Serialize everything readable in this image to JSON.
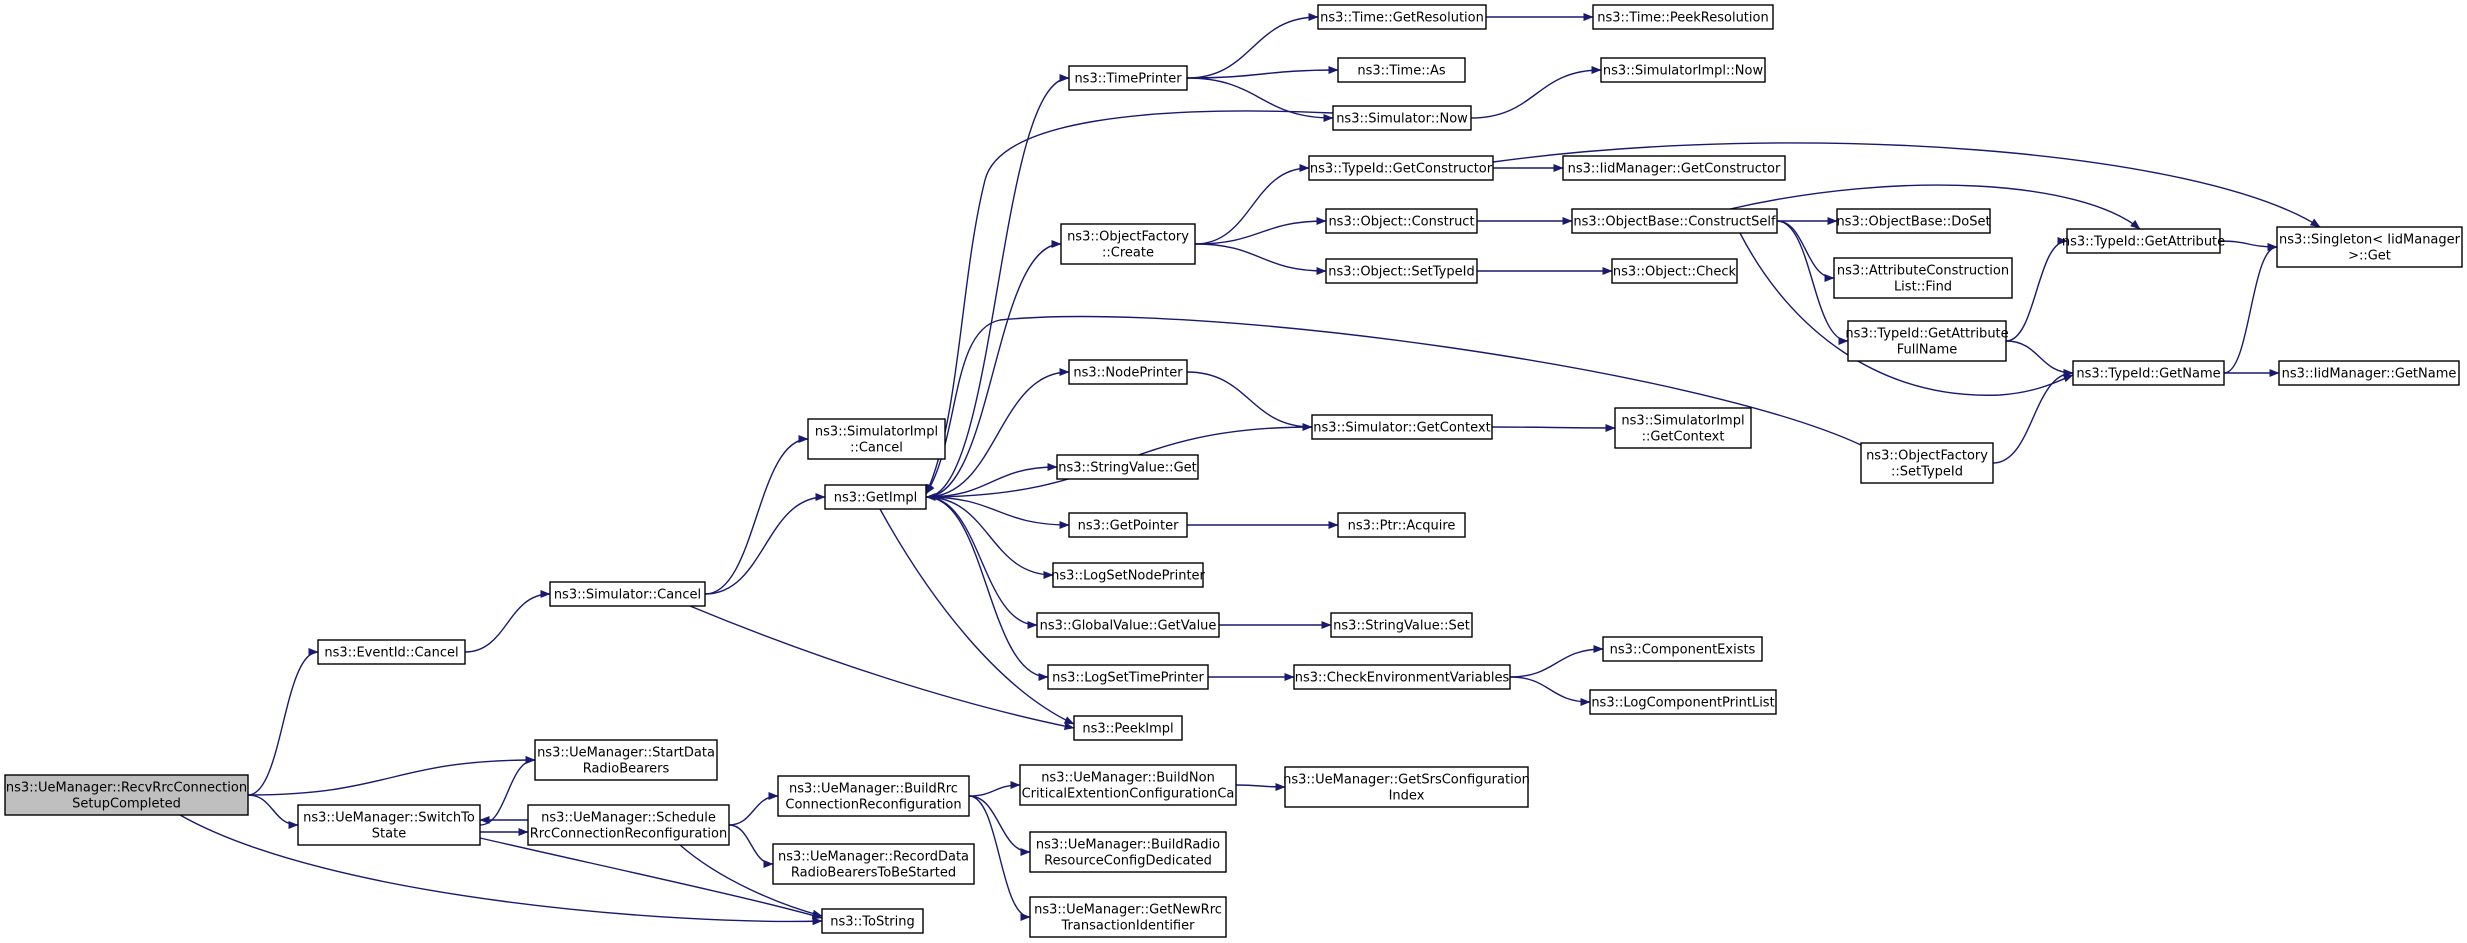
{
  "colors": {
    "edge": "#191970",
    "node_border_default": "#000000",
    "node_border_truncated": "#ff0000",
    "node_fill_root": "#bfbfbf",
    "node_fill_default": "#ffffff"
  },
  "nodes": [
    {
      "id": "root",
      "lines": [
        "ns3::UeManager::RecvRrcConnection",
        "SetupCompleted"
      ],
      "style": "root"
    },
    {
      "id": "eventid_cancel",
      "lines": [
        "ns3::EventId::Cancel"
      ],
      "style": "default"
    },
    {
      "id": "start_data",
      "lines": [
        "ns3::UeManager::StartData",
        "RadioBearers"
      ],
      "style": "default"
    },
    {
      "id": "switchto",
      "lines": [
        "ns3::UeManager::SwitchTo",
        "State"
      ],
      "style": "default"
    },
    {
      "id": "sim_cancel",
      "lines": [
        "ns3::Simulator::Cancel"
      ],
      "style": "default"
    },
    {
      "id": "schedule",
      "lines": [
        "ns3::UeManager::Schedule",
        "RrcConnectionReconfiguration"
      ],
      "style": "default"
    },
    {
      "id": "simimpl_cancel",
      "lines": [
        "ns3::SimulatorImpl",
        "::Cancel"
      ],
      "style": "default"
    },
    {
      "id": "getimpl",
      "lines": [
        "ns3::GetImpl"
      ],
      "style": "default"
    },
    {
      "id": "build_rrc",
      "lines": [
        "ns3::UeManager::BuildRrc",
        "ConnectionReconfiguration"
      ],
      "style": "default"
    },
    {
      "id": "record_data",
      "lines": [
        "ns3::UeManager::RecordData",
        "RadioBearersToBeStarted"
      ],
      "style": "default"
    },
    {
      "id": "tostring",
      "lines": [
        "ns3::ToString"
      ],
      "style": "default"
    },
    {
      "id": "timeprinter",
      "lines": [
        "ns3::TimePrinter"
      ],
      "style": "default"
    },
    {
      "id": "objfactory_create",
      "lines": [
        "ns3::ObjectFactory",
        "::Create"
      ],
      "style": "default"
    },
    {
      "id": "nodeprinter",
      "lines": [
        "ns3::NodePrinter"
      ],
      "style": "default"
    },
    {
      "id": "stringvalue_get",
      "lines": [
        "ns3::StringValue::Get"
      ],
      "style": "default"
    },
    {
      "id": "getpointer",
      "lines": [
        "ns3::GetPointer"
      ],
      "style": "default"
    },
    {
      "id": "logsetnodeprinter",
      "lines": [
        "ns3::LogSetNodePrinter"
      ],
      "style": "default"
    },
    {
      "id": "globalvalue_getvalue",
      "lines": [
        "ns3::GlobalValue::GetValue"
      ],
      "style": "default"
    },
    {
      "id": "logsettimeprinter",
      "lines": [
        "ns3::LogSetTimePrinter"
      ],
      "style": "default"
    },
    {
      "id": "peekimpl",
      "lines": [
        "ns3::PeekImpl"
      ],
      "style": "default"
    },
    {
      "id": "build_non_critical",
      "lines": [
        "ns3::UeManager::BuildNon",
        "CriticalExtentionConfigurationCa"
      ],
      "style": "default"
    },
    {
      "id": "build_radio",
      "lines": [
        "ns3::UeManager::BuildRadio",
        "ResourceConfigDedicated"
      ],
      "style": "default"
    },
    {
      "id": "getnewrrc",
      "lines": [
        "ns3::UeManager::GetNewRrc",
        "TransactionIdentifier"
      ],
      "style": "default"
    },
    {
      "id": "time_getresolution",
      "lines": [
        "ns3::Time::GetResolution"
      ],
      "style": "default"
    },
    {
      "id": "time_as",
      "lines": [
        "ns3::Time::As"
      ],
      "style": "default"
    },
    {
      "id": "sim_now",
      "lines": [
        "ns3::Simulator::Now"
      ],
      "style": "default"
    },
    {
      "id": "typeid_getconstructor",
      "lines": [
        "ns3::TypeId::GetConstructor"
      ],
      "style": "default"
    },
    {
      "id": "object_construct",
      "lines": [
        "ns3::Object::Construct"
      ],
      "style": "default"
    },
    {
      "id": "object_settypeid",
      "lines": [
        "ns3::Object::SetTypeId"
      ],
      "style": "default"
    },
    {
      "id": "sim_getcontext",
      "lines": [
        "ns3::Simulator::GetContext"
      ],
      "style": "default"
    },
    {
      "id": "ptr_acquire",
      "lines": [
        "ns3::Ptr::Acquire"
      ],
      "style": "default"
    },
    {
      "id": "stringvalue_set",
      "lines": [
        "ns3::StringValue::Set"
      ],
      "style": "default"
    },
    {
      "id": "check_env",
      "lines": [
        "ns3::CheckEnvironmentVariables"
      ],
      "style": "default"
    },
    {
      "id": "getsrs",
      "lines": [
        "ns3::UeManager::GetSrsConfiguration",
        "Index"
      ],
      "style": "default"
    },
    {
      "id": "time_peekresolution",
      "lines": [
        "ns3::Time::PeekResolution"
      ],
      "style": "truncated"
    },
    {
      "id": "simimpl_now",
      "lines": [
        "ns3::SimulatorImpl::Now"
      ],
      "style": "default"
    },
    {
      "id": "iidmanager_getconstructor",
      "lines": [
        "ns3::IidManager::GetConstructor"
      ],
      "style": "truncated"
    },
    {
      "id": "objbase_constructself",
      "lines": [
        "ns3::ObjectBase::ConstructSelf"
      ],
      "style": "truncated"
    },
    {
      "id": "object_check",
      "lines": [
        "ns3::Object::Check"
      ],
      "style": "truncated"
    },
    {
      "id": "simimpl_getcontext",
      "lines": [
        "ns3::SimulatorImpl",
        "::GetContext"
      ],
      "style": "default"
    },
    {
      "id": "componentexists",
      "lines": [
        "ns3::ComponentExists"
      ],
      "style": "truncated"
    },
    {
      "id": "logcomponentprintlist",
      "lines": [
        "ns3::LogComponentPrintList"
      ],
      "style": "truncated"
    },
    {
      "id": "objbase_doset",
      "lines": [
        "ns3::ObjectBase::DoSet"
      ],
      "style": "default"
    },
    {
      "id": "attr_construction_find",
      "lines": [
        "ns3::AttributeConstruction",
        "List::Find"
      ],
      "style": "default"
    },
    {
      "id": "typeid_getattributefullname",
      "lines": [
        "ns3::TypeId::GetAttribute",
        "FullName"
      ],
      "style": "default"
    },
    {
      "id": "objfactory_settypeid",
      "lines": [
        "ns3::ObjectFactory",
        "::SetTypeId"
      ],
      "style": "default"
    },
    {
      "id": "typeid_getattribute",
      "lines": [
        "ns3::TypeId::GetAttribute"
      ],
      "style": "truncated"
    },
    {
      "id": "typeid_getname",
      "lines": [
        "ns3::TypeId::GetName"
      ],
      "style": "default"
    },
    {
      "id": "singleton_get",
      "lines": [
        "ns3::Singleton< IidManager",
        ">::Get"
      ],
      "style": "default"
    },
    {
      "id": "iidmanager_getname",
      "lines": [
        "ns3::IidManager::GetName"
      ],
      "style": "truncated"
    }
  ],
  "edges": [
    [
      "root",
      "eventid_cancel"
    ],
    [
      "root",
      "start_data"
    ],
    [
      "root",
      "switchto"
    ],
    [
      "root",
      "tostring"
    ],
    [
      "eventid_cancel",
      "sim_cancel"
    ],
    [
      "sim_cancel",
      "simimpl_cancel"
    ],
    [
      "sim_cancel",
      "getimpl"
    ],
    [
      "sim_cancel",
      "peekimpl"
    ],
    [
      "switchto",
      "start_data"
    ],
    [
      "switchto",
      "schedule"
    ],
    [
      "switchto",
      "tostring"
    ],
    [
      "schedule",
      "switchto"
    ],
    [
      "schedule",
      "build_rrc"
    ],
    [
      "schedule",
      "record_data"
    ],
    [
      "schedule",
      "tostring"
    ],
    [
      "build_rrc",
      "build_non_critical"
    ],
    [
      "build_rrc",
      "build_radio"
    ],
    [
      "build_rrc",
      "getnewrrc"
    ],
    [
      "build_non_critical",
      "getsrs"
    ],
    [
      "getimpl",
      "timeprinter"
    ],
    [
      "getimpl",
      "objfactory_create"
    ],
    [
      "getimpl",
      "nodeprinter"
    ],
    [
      "getimpl",
      "stringvalue_get"
    ],
    [
      "getimpl",
      "getpointer"
    ],
    [
      "getimpl",
      "logsetnodeprinter"
    ],
    [
      "getimpl",
      "globalvalue_getvalue"
    ],
    [
      "getimpl",
      "logsettimeprinter"
    ],
    [
      "getimpl",
      "peekimpl"
    ],
    [
      "sim_now",
      "getimpl"
    ],
    [
      "sim_getcontext",
      "getimpl"
    ],
    [
      "objfactory_settypeid",
      "getimpl"
    ],
    [
      "timeprinter",
      "time_getresolution"
    ],
    [
      "timeprinter",
      "time_as"
    ],
    [
      "timeprinter",
      "sim_now"
    ],
    [
      "time_getresolution",
      "time_peekresolution"
    ],
    [
      "sim_now",
      "simimpl_now"
    ],
    [
      "objfactory_create",
      "typeid_getconstructor"
    ],
    [
      "objfactory_create",
      "object_construct"
    ],
    [
      "objfactory_create",
      "object_settypeid"
    ],
    [
      "typeid_getconstructor",
      "iidmanager_getconstructor"
    ],
    [
      "typeid_getconstructor",
      "singleton_get"
    ],
    [
      "object_construct",
      "objbase_constructself"
    ],
    [
      "object_settypeid",
      "object_check"
    ],
    [
      "nodeprinter",
      "sim_getcontext"
    ],
    [
      "sim_getcontext",
      "simimpl_getcontext"
    ],
    [
      "getpointer",
      "ptr_acquire"
    ],
    [
      "globalvalue_getvalue",
      "stringvalue_set"
    ],
    [
      "logsettimeprinter",
      "check_env"
    ],
    [
      "check_env",
      "componentexists"
    ],
    [
      "check_env",
      "logcomponentprintlist"
    ],
    [
      "objbase_constructself",
      "objbase_doset"
    ],
    [
      "objbase_constructself",
      "attr_construction_find"
    ],
    [
      "objbase_constructself",
      "typeid_getattributefullname"
    ],
    [
      "objbase_constructself",
      "typeid_getattribute"
    ],
    [
      "objbase_constructself",
      "typeid_getname"
    ],
    [
      "typeid_getattributefullname",
      "typeid_getattribute"
    ],
    [
      "typeid_getattributefullname",
      "typeid_getname"
    ],
    [
      "objfactory_settypeid",
      "typeid_getname"
    ],
    [
      "typeid_getattribute",
      "singleton_get"
    ],
    [
      "typeid_getname",
      "singleton_get"
    ],
    [
      "typeid_getname",
      "iidmanager_getname"
    ]
  ]
}
